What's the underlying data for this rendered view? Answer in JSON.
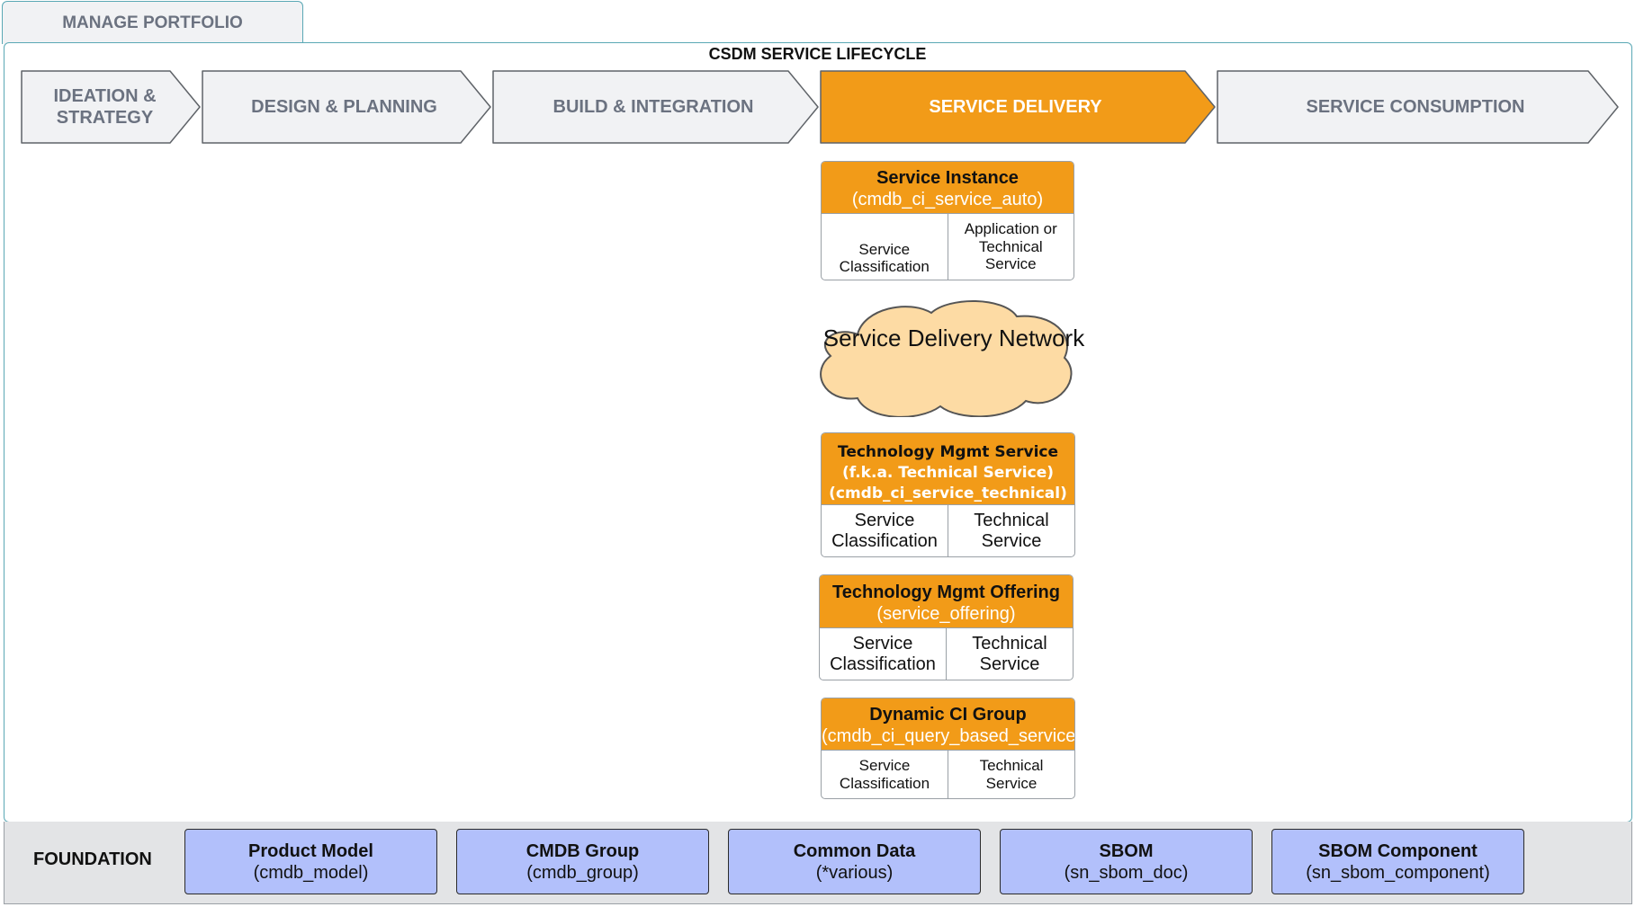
{
  "tab": {
    "label": "MANAGE PORTFOLIO"
  },
  "lifecycle": {
    "title": "CSDM SERVICE LIFECYCLE",
    "stages": [
      {
        "label": "IDEATION &\nSTRATEGY",
        "active": false
      },
      {
        "label": "DESIGN & PLANNING",
        "active": false
      },
      {
        "label": "BUILD & INTEGRATION",
        "active": false
      },
      {
        "label": "SERVICE DELIVERY",
        "active": true
      },
      {
        "label": "SERVICE CONSUMPTION",
        "active": false
      }
    ]
  },
  "cards": {
    "service_instance": {
      "title": "Service Instance",
      "table": "(cmdb_ci_service_auto)",
      "left": "Service Classification",
      "right": "Application or Technical Service"
    },
    "tech_mgmt_service": {
      "title": "Technology Mgmt Service",
      "fka": "(f.k.a. Technical Service)",
      "table": "(cmdb_ci_service_technical)",
      "left": "Service Classification",
      "right": "Technical Service"
    },
    "tech_mgmt_offering": {
      "title": "Technology Mgmt Offering",
      "table": "(service_offering)",
      "left": "Service Classification",
      "right": "Technical Service"
    },
    "dynamic_ci_group": {
      "title": "Dynamic CI Group",
      "table": "(cmdb_ci_query_based_service)",
      "left": "Service Classification",
      "right": "Technical Service"
    }
  },
  "cloud": {
    "label": "Service Delivery Network"
  },
  "foundation": {
    "label": "FOUNDATION",
    "items": [
      {
        "title": "Product Model",
        "table": "(cmdb_model)"
      },
      {
        "title": "CMDB Group",
        "table": "(cmdb_group)"
      },
      {
        "title": "Common Data",
        "table": "(*various)"
      },
      {
        "title": "SBOM",
        "table": "(sn_sbom_doc)"
      },
      {
        "title": "SBOM Component",
        "table": "(sn_sbom_component)"
      }
    ]
  },
  "colors": {
    "accent": "#f29b18",
    "cloud_fill": "#fddba4",
    "foundation_box": "#b2c0fb",
    "frame": "#5aa8b5",
    "stage_fill": "#f1f2f4"
  }
}
